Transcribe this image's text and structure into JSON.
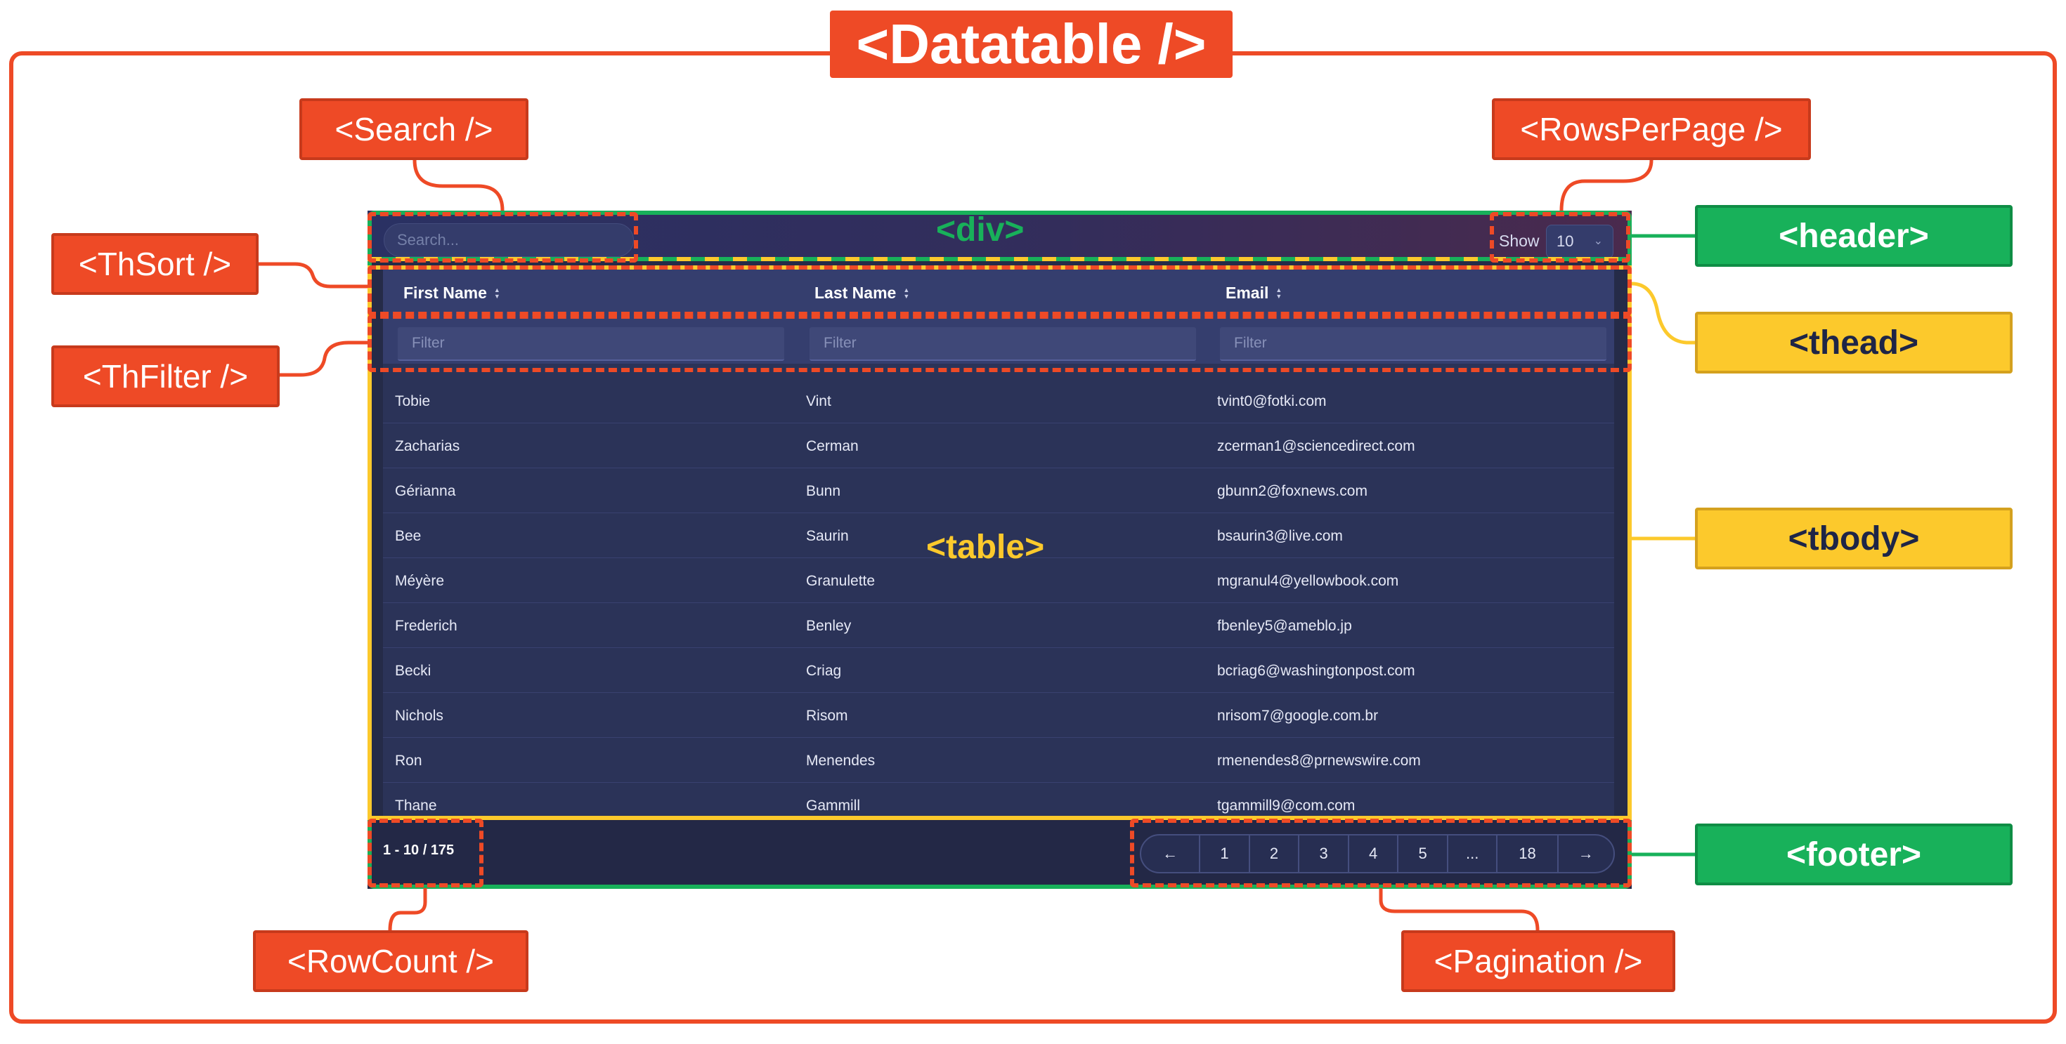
{
  "labels": {
    "datatable": "<Datatable />",
    "search": "<Search />",
    "rows_per_page": "<RowsPerPage />",
    "th_sort": "<ThSort />",
    "th_filter": "<ThFilter />",
    "row_count": "<RowCount />",
    "pagination": "<Pagination />",
    "div": "<div>",
    "table": "<table>",
    "header": "<header>",
    "thead": "<thead>",
    "tbody": "<tbody>",
    "footer": "<footer>"
  },
  "colors": {
    "component": "#ee4a26",
    "structure": "#18b15a",
    "table_part": "#fcc92c"
  },
  "header": {
    "search_placeholder": "Search...",
    "show_label": "Show",
    "rows_per_page_value": "10"
  },
  "columns": [
    {
      "label": "First Name",
      "icon": "sort-icon"
    },
    {
      "label": "Last Name",
      "icon": "sort-icon"
    },
    {
      "label": "Email",
      "icon": "sort-icon"
    }
  ],
  "filter_placeholder": "Filter",
  "rows": [
    [
      "Tobie",
      "Vint",
      "tvint0@fotki.com"
    ],
    [
      "Zacharias",
      "Cerman",
      "zcerman1@sciencedirect.com"
    ],
    [
      "Gérianna",
      "Bunn",
      "gbunn2@foxnews.com"
    ],
    [
      "Bee",
      "Saurin",
      "bsaurin3@live.com"
    ],
    [
      "Méyère",
      "Granulette",
      "mgranul4@yellowbook.com"
    ],
    [
      "Frederich",
      "Benley",
      "fbenley5@ameblo.jp"
    ],
    [
      "Becki",
      "Criag",
      "bcriag6@washingtonpost.com"
    ],
    [
      "Nichols",
      "Risom",
      "nrisom7@google.com.br"
    ],
    [
      "Ron",
      "Menendes",
      "rmenendes8@prnewswire.com"
    ],
    [
      "Thane",
      "Gammill",
      "tgammill9@com.com"
    ]
  ],
  "footer": {
    "row_count": "1 - 10 / 175",
    "pages": [
      "←",
      "1",
      "2",
      "3",
      "4",
      "5",
      "...",
      "18",
      "→"
    ]
  }
}
